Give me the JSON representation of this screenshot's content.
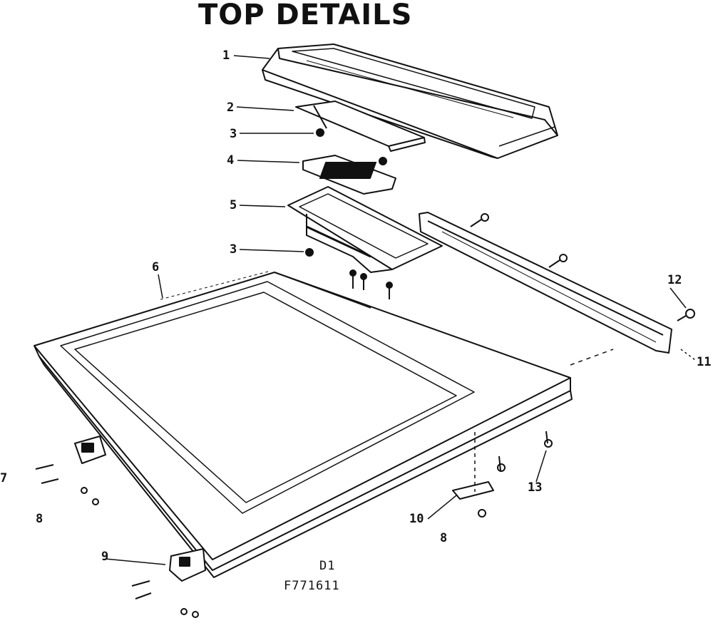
{
  "title": "TOP DETAILS",
  "callouts": {
    "c1": "1",
    "c2": "2",
    "c3a": "3",
    "c4": "4",
    "c5": "5",
    "c3b": "3",
    "c6": "6",
    "c7": "7",
    "c8a": "8",
    "c9": "9",
    "c10": "10",
    "c8b": "8",
    "c11": "11",
    "c12": "12",
    "c13": "13"
  },
  "figure_code": "D1",
  "part_code": "F771611",
  "colors": {
    "ink": "#111111",
    "paper": "#ffffff"
  }
}
